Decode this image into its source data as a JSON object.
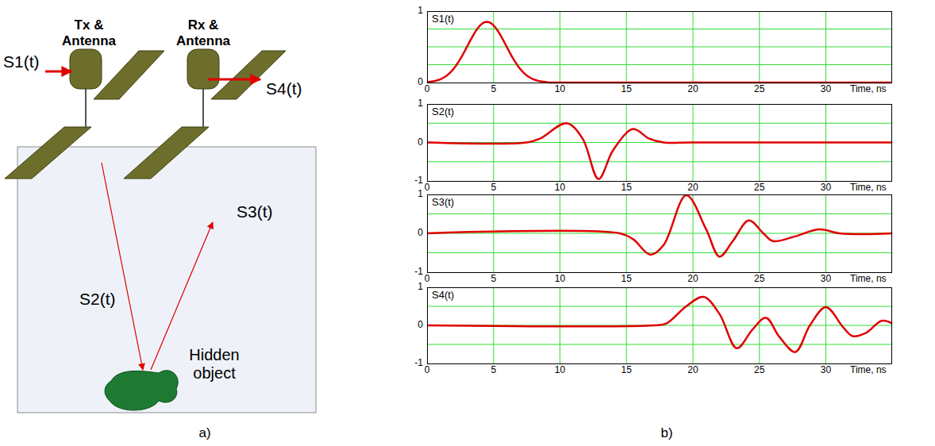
{
  "diagram": {
    "nodes": [
      {
        "text": [
          "S1(t)"
        ]
      },
      {
        "text": [
          "S2(t)"
        ]
      },
      {
        "text": [
          "S3(t)"
        ]
      },
      {
        "text": [
          "S4(t)"
        ]
      }
    ],
    "labels": [
      "Tx & Antenna",
      "Rx & Antenna",
      "S1(t)",
      "S4(t)",
      "S3(t)",
      "S2(t)",
      "Hidden object",
      "a)",
      "b)",
      "1",
      "0",
      "0",
      "5",
      "10",
      "15",
      "20",
      "25",
      "30",
      "Time, ns",
      "1",
      "0",
      "-1",
      "0",
      "5",
      "10",
      "15",
      "20",
      "25",
      "30",
      "Time, ns",
      "1",
      "0",
      "-1",
      "0",
      "5",
      "10",
      "15",
      "20",
      "25",
      "30",
      "Time, ns",
      "1",
      "0",
      "-1",
      "0",
      "5",
      "10",
      "15",
      "20",
      "25",
      "30",
      "Time, ns"
    ]
  }
}
